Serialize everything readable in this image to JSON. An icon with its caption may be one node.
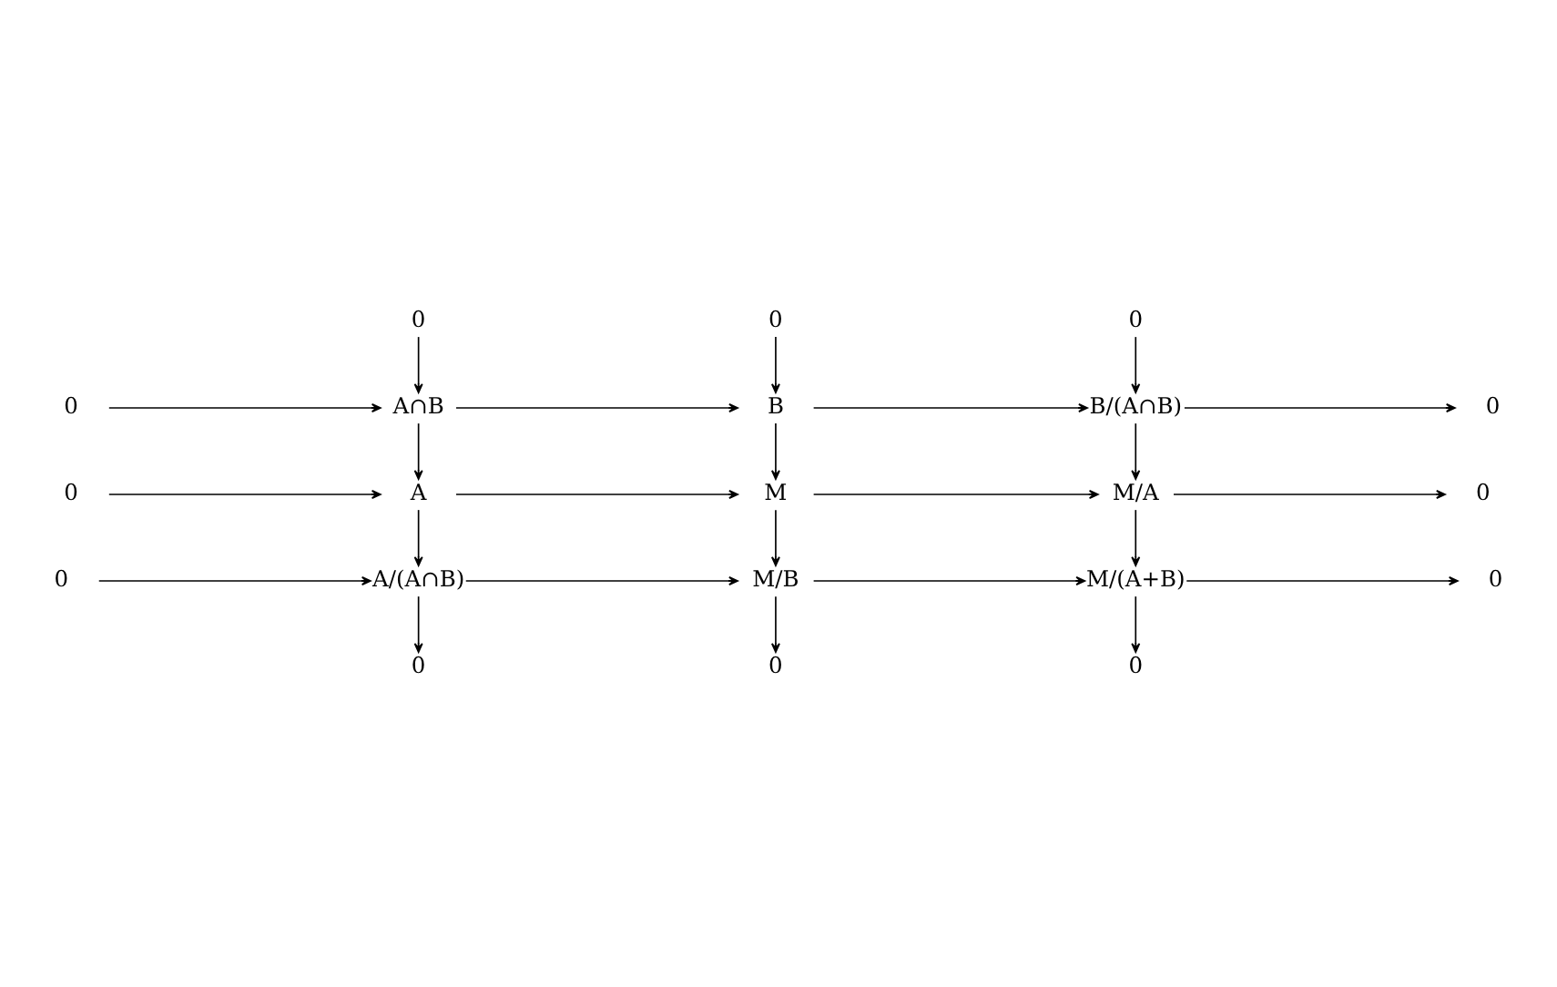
{
  "diagram": {
    "nodes": [
      {
        "text": [
          "0"
        ]
      },
      {
        "text": [
          "0"
        ]
      },
      {
        "text": [
          "0"
        ]
      },
      {
        "text": [
          "0"
        ]
      },
      {
        "text": [
          "A∩B"
        ]
      },
      {
        "text": [
          "B"
        ]
      },
      {
        "text": [
          "B/(A∩B)"
        ]
      },
      {
        "text": [
          "0"
        ]
      },
      {
        "text": [
          "0"
        ]
      },
      {
        "text": [
          "A"
        ]
      },
      {
        "text": [
          "M"
        ]
      },
      {
        "text": [
          "M/A"
        ]
      },
      {
        "text": [
          "0"
        ]
      },
      {
        "text": [
          "0"
        ]
      },
      {
        "text": [
          "A/(A∩B)"
        ]
      },
      {
        "text": [
          "M/B"
        ]
      },
      {
        "text": [
          "M/(A+B)"
        ]
      },
      {
        "text": [
          "0"
        ]
      },
      {
        "text": [
          "0"
        ]
      },
      {
        "text": [
          "0"
        ]
      },
      {
        "text": [
          "0"
        ]
      }
    ],
    "edges": [
      {
        "from": 0,
        "to": 4,
        "arrow": "to"
      },
      {
        "from": 1,
        "to": 5,
        "arrow": "to"
      },
      {
        "from": 2,
        "to": 6,
        "arrow": "to"
      },
      {
        "from": 3,
        "to": 4,
        "arrow": "to"
      },
      {
        "from": 4,
        "to": 5,
        "arrow": "to"
      },
      {
        "from": 5,
        "to": 6,
        "arrow": "to"
      },
      {
        "from": 6,
        "to": 7,
        "arrow": "to"
      },
      {
        "from": 4,
        "to": 9,
        "arrow": "to"
      },
      {
        "from": 5,
        "to": 10,
        "arrow": "to"
      },
      {
        "from": 6,
        "to": 11,
        "arrow": "to"
      },
      {
        "from": 8,
        "to": 9,
        "arrow": "to"
      },
      {
        "from": 9,
        "to": 10,
        "arrow": "to"
      },
      {
        "from": 10,
        "to": 11,
        "arrow": "to"
      },
      {
        "from": 11,
        "to": 12,
        "arrow": "to"
      },
      {
        "from": 9,
        "to": 14,
        "arrow": "to"
      },
      {
        "from": 10,
        "to": 15,
        "arrow": "to"
      },
      {
        "from": 11,
        "to": 16,
        "arrow": "to"
      },
      {
        "from": 13,
        "to": 14,
        "arrow": "to"
      },
      {
        "from": 14,
        "to": 15,
        "arrow": "to"
      },
      {
        "from": 15,
        "to": 16,
        "arrow": "to"
      },
      {
        "from": 16,
        "to": 17,
        "arrow": "to"
      },
      {
        "from": 14,
        "to": 18,
        "arrow": "to"
      },
      {
        "from": 15,
        "to": 19,
        "arrow": "to"
      },
      {
        "from": 16,
        "to": 20,
        "arrow": "to"
      }
    ]
  }
}
